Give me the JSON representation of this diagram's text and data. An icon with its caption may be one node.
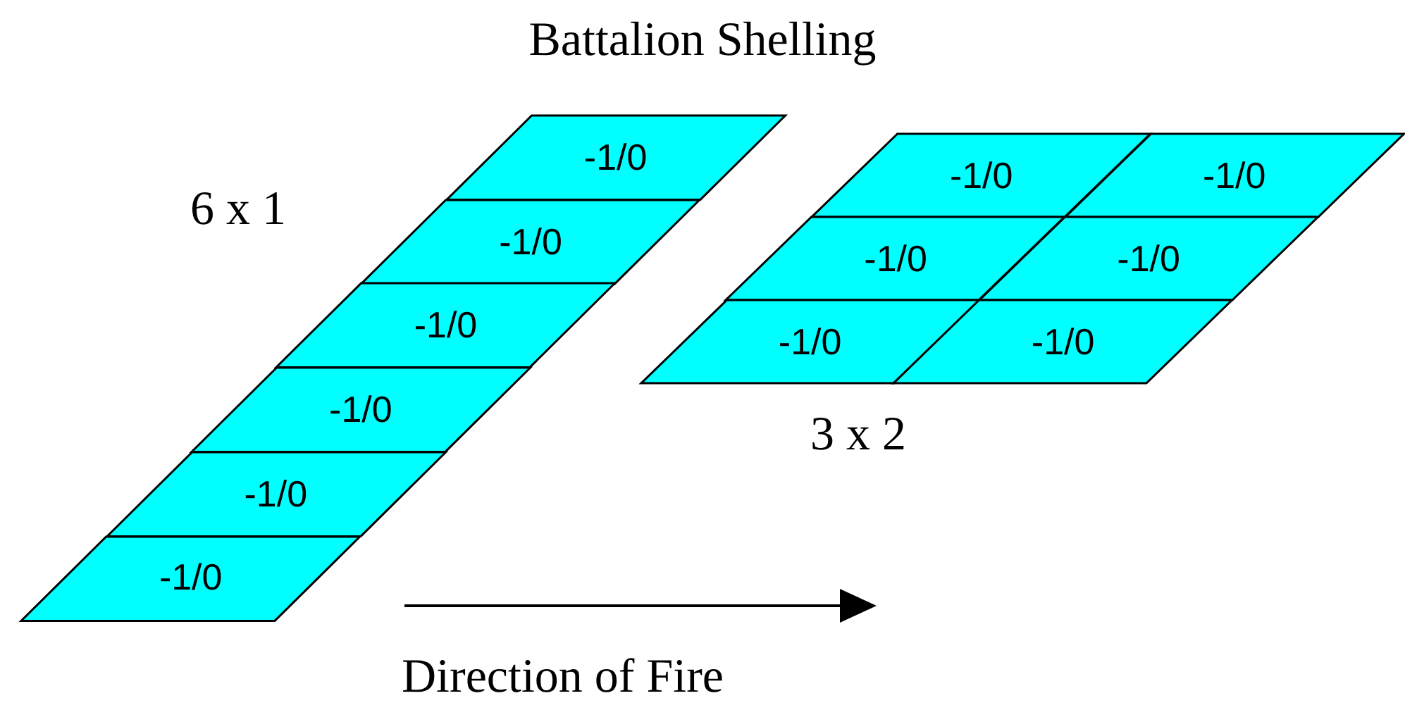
{
  "diagram": {
    "title": "Battalion Shelling",
    "nodes": [
      {
        "text": [
          "6 x 1"
        ]
      },
      {
        "text": [
          "-1/0"
        ],
        "in": 0
      },
      {
        "text": [
          "-1/0"
        ],
        "in": 0
      },
      {
        "text": [
          "-1/0"
        ],
        "in": 0
      },
      {
        "text": [
          "-1/0"
        ],
        "in": 0
      },
      {
        "text": [
          "-1/0"
        ],
        "in": 0
      },
      {
        "text": [
          "-1/0"
        ],
        "in": 0
      },
      {
        "text": [
          "3 x 2"
        ]
      },
      {
        "text": [
          "-1/0"
        ],
        "in": 7
      },
      {
        "text": [
          "-1/0"
        ],
        "in": 7
      },
      {
        "text": [
          "-1/0"
        ],
        "in": 7
      },
      {
        "text": [
          "-1/0"
        ],
        "in": 7
      },
      {
        "text": [
          "-1/0"
        ],
        "in": 7
      },
      {
        "text": [
          "-1/0"
        ],
        "in": 7
      }
    ],
    "labels": [
      "Direction of Fire"
    ]
  }
}
